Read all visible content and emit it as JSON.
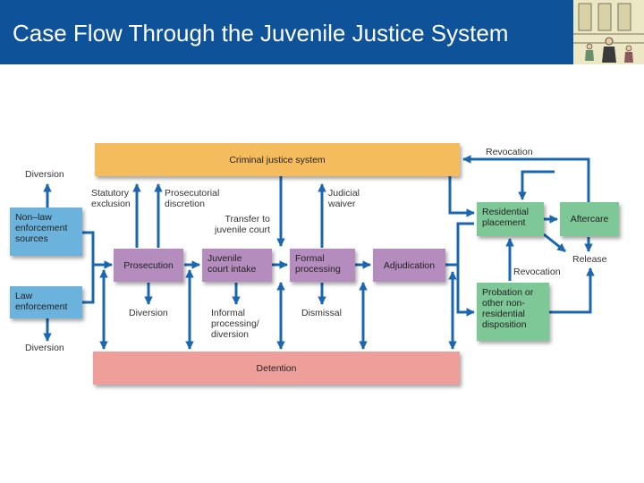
{
  "slide": {
    "title": "Case Flow Through the Juvenile Justice System"
  },
  "colors": {
    "header_bg": "#0e5299",
    "arrow": "#1a67b0",
    "criminal_justice_box": "#f5bc5d",
    "source_boxes": "#6bb2dc",
    "process_boxes": "#b48cbe",
    "disposition_boxes": "#7ec897",
    "detention_box": "#ef9f9a"
  },
  "boxes": {
    "criminal_justice": "Criminal justice system",
    "non_law": "Non–law\nenforcement\nsources",
    "law": "Law\nenforcement",
    "prosecution": "Prosecution",
    "intake": "Juvenile\ncourt intake",
    "formal": "Formal\nprocessing",
    "adjudication": "Adjudication",
    "residential": "Residential\nplacement",
    "aftercare": "Aftercare",
    "probation": "Probation or\nother non-\nresidential\ndisposition",
    "detention": "Detention"
  },
  "labels": {
    "diversion_top": "Diversion",
    "diversion_bottom": "Diversion",
    "statutory": "Statutory\nexclusion",
    "prosecutorial": "Prosecutorial\ndiscretion",
    "transfer": "Transfer to\njuvenile court",
    "judicial": "Judicial\nwaiver",
    "revocation_top": "Revocation",
    "revocation_mid": "Revocation",
    "release": "Release",
    "diversion_prosecution": "Diversion",
    "informal": "Informal\nprocessing/\ndiversion",
    "dismissal": "Dismissal"
  }
}
